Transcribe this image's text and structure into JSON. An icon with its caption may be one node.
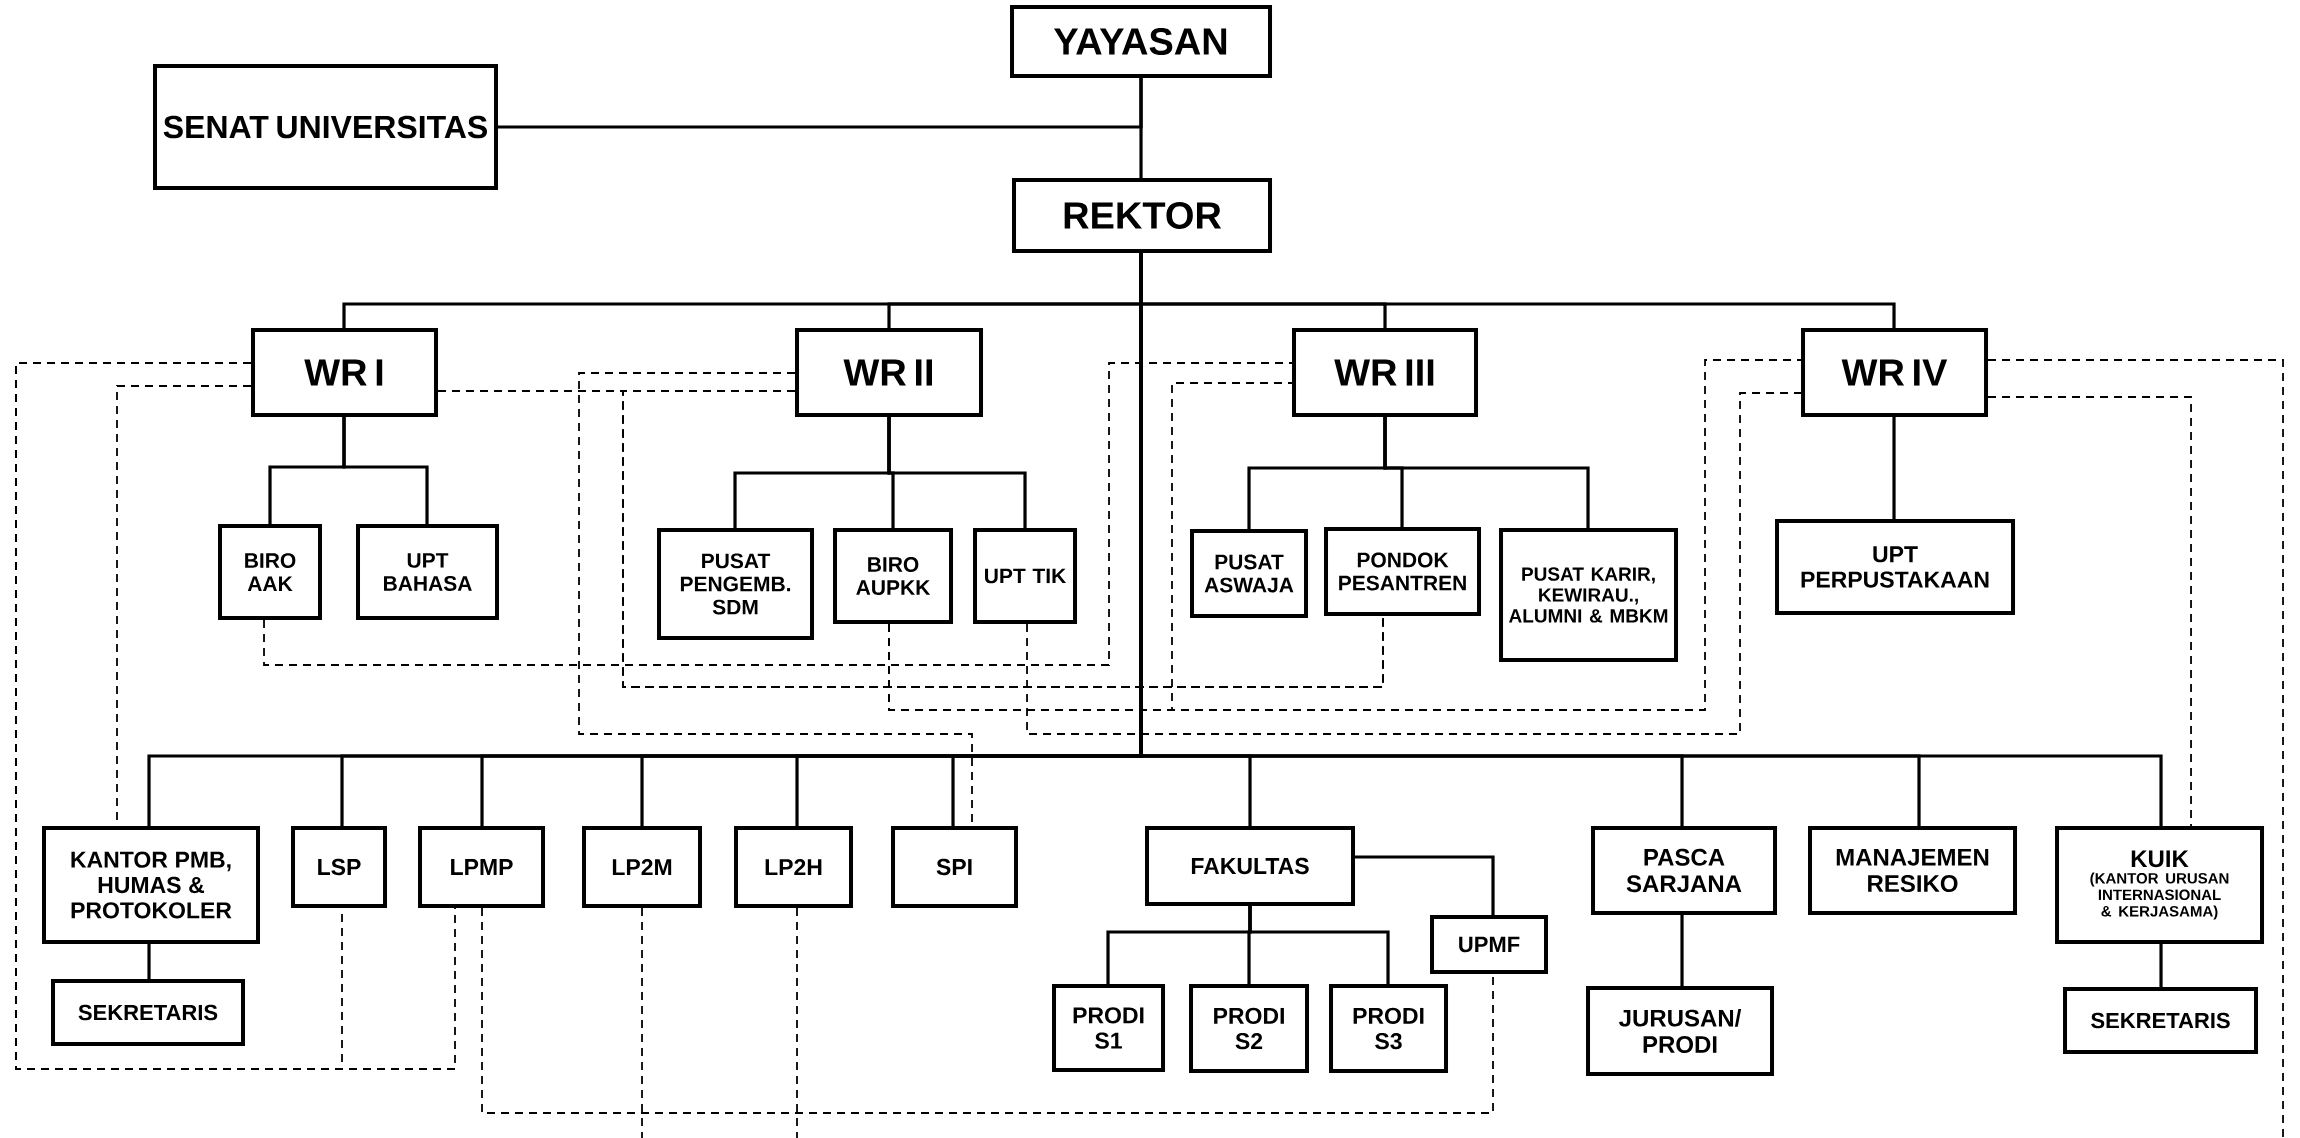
{
  "diagram": {
    "nodes": [
      {
        "text": [
          "YAYASAN"
        ]
      },
      {
        "text": [
          "SENAT UNIVERSITAS"
        ]
      },
      {
        "text": [
          "REKTOR"
        ]
      },
      {
        "text": [
          "WR I"
        ]
      },
      {
        "text": [
          "WR II"
        ]
      },
      {
        "text": [
          "WR III"
        ]
      },
      {
        "text": [
          "WR IV"
        ]
      },
      {
        "text": [
          "BIRO AAK"
        ]
      },
      {
        "text": [
          "UPT BAHASA"
        ]
      },
      {
        "text": [
          "PUSAT PENGEMB. SDM"
        ]
      },
      {
        "text": [
          "BIRO AUPKK"
        ]
      },
      {
        "text": [
          "UPT TIK"
        ]
      },
      {
        "text": [
          "PUSAT ASWAJA"
        ]
      },
      {
        "text": [
          "PONDOK PESANTREN"
        ]
      },
      {
        "text": [
          "PUSAT KARIR, KEWIRAU., ALUMNI & MBKM"
        ]
      },
      {
        "text": [
          "UPT PERPUSTAKAAN"
        ]
      },
      {
        "text": [
          "KANTOR PMB, HUMAS & PROTOKOLER"
        ]
      },
      {
        "text": [
          "LSP"
        ]
      },
      {
        "text": [
          "LPMP"
        ]
      },
      {
        "text": [
          "LP2M"
        ]
      },
      {
        "text": [
          "LP2H"
        ]
      },
      {
        "text": [
          "SPI"
        ]
      },
      {
        "text": [
          "FAKULTAS"
        ]
      },
      {
        "text": [
          "PASCA SARJANA"
        ]
      },
      {
        "text": [
          "MANAJEMEN RESIKO"
        ]
      },
      {
        "text": [
          "KUIK",
          "(KANTOR URUSAN INTERNASIONAL & KERJASAMA)"
        ]
      },
      {
        "text": [
          "SEKRETARIS"
        ]
      },
      {
        "text": [
          "UPMF"
        ]
      },
      {
        "text": [
          "PRODI S1"
        ]
      },
      {
        "text": [
          "PRODI S2"
        ]
      },
      {
        "text": [
          "PRODI S3"
        ]
      },
      {
        "text": [
          "JURUSAN/ PRODI"
        ]
      },
      {
        "text": [
          "SEKRETARIS"
        ]
      }
    ],
    "edges": [
      {
        "from": 0,
        "to": 2,
        "arrow": "none"
      },
      {
        "from": 1,
        "to": 0,
        "arrow": "none"
      },
      {
        "from": 2,
        "to": 3,
        "arrow": "none"
      },
      {
        "from": 2,
        "to": 4,
        "arrow": "none"
      },
      {
        "from": 2,
        "to": 5,
        "arrow": "none"
      },
      {
        "from": 2,
        "to": 6,
        "arrow": "none"
      },
      {
        "from": 2,
        "to": 16,
        "arrow": "none"
      },
      {
        "from": 2,
        "to": 17,
        "arrow": "none"
      },
      {
        "from": 2,
        "to": 18,
        "arrow": "none"
      },
      {
        "from": 2,
        "to": 19,
        "arrow": "none"
      },
      {
        "from": 2,
        "to": 20,
        "arrow": "none"
      },
      {
        "from": 2,
        "to": 21,
        "arrow": "none"
      },
      {
        "from": 2,
        "to": 22,
        "arrow": "none"
      },
      {
        "from": 2,
        "to": 23,
        "arrow": "none"
      },
      {
        "from": 2,
        "to": 24,
        "arrow": "none"
      },
      {
        "from": 2,
        "to": 25,
        "arrow": "none"
      },
      {
        "from": 3,
        "to": 7,
        "arrow": "none"
      },
      {
        "from": 3,
        "to": 8,
        "arrow": "none"
      },
      {
        "from": 4,
        "to": 9,
        "arrow": "none"
      },
      {
        "from": 4,
        "to": 10,
        "arrow": "none"
      },
      {
        "from": 4,
        "to": 11,
        "arrow": "none"
      },
      {
        "from": 5,
        "to": 12,
        "arrow": "none"
      },
      {
        "from": 5,
        "to": 13,
        "arrow": "none"
      },
      {
        "from": 5,
        "to": 14,
        "arrow": "none"
      },
      {
        "from": 6,
        "to": 15,
        "arrow": "none"
      },
      {
        "from": 16,
        "to": 26,
        "arrow": "none"
      },
      {
        "from": 22,
        "to": 27,
        "arrow": "none"
      },
      {
        "from": 22,
        "to": 28,
        "arrow": "none"
      },
      {
        "from": 22,
        "to": 29,
        "arrow": "none"
      },
      {
        "from": 22,
        "to": 30,
        "arrow": "none"
      },
      {
        "from": 23,
        "to": 31,
        "arrow": "none"
      },
      {
        "from": 25,
        "to": 32,
        "arrow": "none"
      },
      {
        "from": 3,
        "to": 16,
        "arrow": "none",
        "style": "dashed"
      },
      {
        "from": 3,
        "to": 17,
        "arrow": "none",
        "style": "dashed"
      },
      {
        "from": 3,
        "to": 18,
        "arrow": "none",
        "style": "dashed"
      },
      {
        "from": 4,
        "to": 21,
        "arrow": "none",
        "style": "dashed"
      },
      {
        "from": 3,
        "to": 13,
        "arrow": "none",
        "style": "dashed"
      },
      {
        "from": 4,
        "to": 13,
        "arrow": "none",
        "style": "dashed"
      },
      {
        "from": 7,
        "to": 5,
        "arrow": "none",
        "style": "dashed"
      },
      {
        "from": 10,
        "to": 6,
        "arrow": "none",
        "style": "dashed"
      },
      {
        "from": 10,
        "to": 5,
        "arrow": "none",
        "style": "dashed"
      },
      {
        "from": 11,
        "to": 6,
        "arrow": "none",
        "style": "dashed"
      },
      {
        "from": 6,
        "to": null,
        "arrow": "none",
        "style": "dashed"
      },
      {
        "from": 6,
        "to": 25,
        "arrow": "none",
        "style": "dashed"
      },
      {
        "from": 18,
        "to": 27,
        "arrow": "none",
        "style": "dashed"
      },
      {
        "from": 19,
        "to": null,
        "arrow": "none",
        "style": "dashed"
      },
      {
        "from": 20,
        "to": null,
        "arrow": "none",
        "style": "dashed"
      }
    ]
  }
}
